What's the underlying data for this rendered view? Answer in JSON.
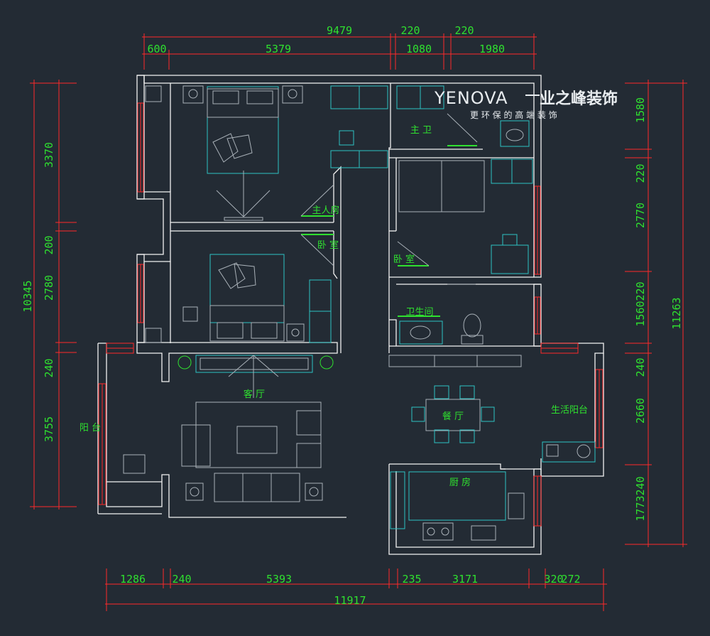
{
  "brand": {
    "name": "YENOVA",
    "name_cn": "业之峰装饰",
    "slogan": "更 环 保 的 高 端 装 饰"
  },
  "rooms": {
    "master_bath": "主 卫",
    "master_bedroom": "主人房",
    "bedroom_left": "卧 室",
    "bedroom_right": "卧 室",
    "bathroom": "卫生间",
    "living_room": "客 厅",
    "dining_room": "餐 厅",
    "living_balcony": "生活阳台",
    "balcony": "阳 台",
    "kitchen": "厨 房"
  },
  "dimensions": {
    "top_total": "9479",
    "top_a": "220",
    "top_b": "220",
    "top_600": "600",
    "top_5379": "5379",
    "top_1080": "1080",
    "top_1980": "1980",
    "bottom_total": "11917",
    "bottom_1286": "1286",
    "bottom_240": "240",
    "bottom_5393": "5393",
    "bottom_235": "235",
    "bottom_3171": "3171",
    "bottom_320": "320",
    "bottom_272": "272",
    "left_total": "10345",
    "left_3370": "3370",
    "left_200": "200",
    "left_2780": "2780",
    "left_240": "240",
    "left_3755": "3755",
    "right_total": "11263",
    "right_1580": "1580",
    "right_220": "220",
    "right_2770": "2770",
    "right_1560220": "1560220",
    "right_240a": "240",
    "right_2660": "2660",
    "right_1773240": "1773240"
  },
  "colors": {
    "background": "#232b34",
    "dimension_text": "#2fe02f",
    "window_lines": "#ff2a2a",
    "furniture_lines": "#2ec3c3",
    "walls": "#f2f2f2"
  }
}
